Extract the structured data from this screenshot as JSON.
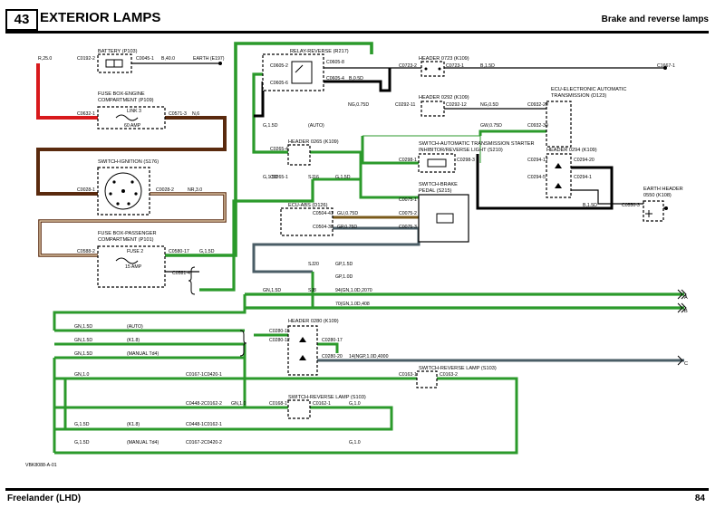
{
  "header": {
    "page_number": "43",
    "section_title": "EXTERIOR LAMPS",
    "subtitle": "Brake and reverse lamps"
  },
  "footer": {
    "model": "Freelander (LHD)",
    "page": "84",
    "ref_code": "VBK8088-A-01"
  },
  "components": {
    "battery": "BATTERY (P103)",
    "fuse_engine_1": "FUSE BOX-ENGINE",
    "fuse_engine_2": "COMPARTMENT (P109)",
    "link": "LINK 3",
    "link_amp": "60 AMP",
    "ignition": "SWITCH-IGNITION (S176)",
    "fuse_pass_1": "FUSE BOX-PASSENGER",
    "fuse_pass_2": "COMPARTMENT (P101)",
    "fuse2": "FUSE 2",
    "fuse2_amp": "15 AMP",
    "relay": "RELAY-REVERSE (R217)",
    "header_0723": "HEADER 0723 (K109)",
    "header_0292": "HEADER 0292 (K109)",
    "ecu_auto_1": "ECU-ELECTRONIC AUTOMATIC",
    "ecu_auto_2": "TRANSMISSION (D123)",
    "header_0265": "HEADER 0265 (K109)",
    "sw_starter_1": "SWITCH-AUTOMATIC TRANSMISSION STARTER",
    "sw_starter_2": "INHIBITOR/REVERSE LIGHT (S210)",
    "header_0294": "HEADER 0294 (K109)",
    "earth_header_1": "EARTH HEADER",
    "earth_header_2": "0550 (K108)",
    "brake_1": "SWITCH-BRAKE",
    "brake_2": "PEDAL (S215)",
    "ecu_abs": "ECU-ABS (D126)",
    "header_0280": "HEADER 0280 (K109)",
    "rev_lamp_s103": "SWITCH-REVERSE LAMP (S103)",
    "rev_lamp_s103b": "SWITCH-REVERSE LAMP (S103)"
  },
  "wire_labels": {
    "r25": "R,25.0",
    "c0192": "C0192-2",
    "c0045": "C0045-1",
    "b40": "B,40.0",
    "earth_e197": "EARTH (E197)",
    "c0632": "C0632-1",
    "c0571": "C0571-3",
    "n6": "N,6",
    "c0028_1": "C0028-1",
    "c0028_2": "C0028-2",
    "nr30": "NR,3.0",
    "c0588": "C0588-2",
    "c0580_17": "C0580-17",
    "g15": "G,1.5D",
    "c0581_4": "C0581-4",
    "c0605_2": "C0605-2",
    "c0605_8": "C0605-8",
    "c0605_6": "C0605-6",
    "c0605_4": "C0605-4",
    "b05": "B,0.5D",
    "c0723_2": "C0723-2",
    "c0723_1": "C0723-1",
    "b15": "B,1.5D",
    "c1667": "C1667-1",
    "ngo75": "NG,0.75D",
    "c0292_11": "C0292-11",
    "c0292_12": "C0292-12",
    "ngo05": "NG,0.5D",
    "c0932_20": "C0932-20",
    "auto": "(AUTO)",
    "g15b": "G,1.5D",
    "gw075": "GW,0.75D",
    "c0932_30": "C0932-30",
    "c0265_4": "C0265-4",
    "c0265_1": "C0265-1",
    "c0298": "C0298-1",
    "c0298_3": "C0298-3",
    "c0294_17": "C0294-17",
    "c0294_20": "C0294-20",
    "c0294_5": "C0294-5",
    "c0294_1": "C0294-1",
    "b15b": "B,1.5D",
    "g15c": "G,1.5D",
    "sj16": "SJ16",
    "g15d": "G,1.5D",
    "c0075_1": "C0075-1",
    "c0075_2": "C0075-2",
    "c0075_3": "C0075-3",
    "c0550": "C0550-3",
    "c0504_41": "C0504-41",
    "gu075": "GU,0.75D",
    "c0504_38": "C0504-38",
    "gp075": "GP,0.75D",
    "sj20": "SJ20",
    "gp15": "GP,1.5D",
    "gp10": "GP,1.0D",
    "gn15_a": "GN,1.5D",
    "sj8": "SJ8",
    "s48": "94(GN,1.0D,2070",
    "s49": "70(GN,1.0D,408",
    "gn15_1": "GN,1.5D",
    "auto2": "(AUTO)",
    "gn15_2": "GN,1.5D",
    "k18": "(K1.8)",
    "gn15_3": "GN,1.5D",
    "manual": "(MANUAL Td4)",
    "c0280_15": "C0280-15",
    "c0280_17": "C0280-17",
    "c0280_12": "C0280-12",
    "c0280_20": "C0280-20",
    "s50": "14(NGP,1.0D,4000",
    "gn10": "GN,1.0",
    "c0167_1": "C0167-1",
    "c0420_1": "C0420-1",
    "c0163_1": "C0163-1",
    "c0163_2": "C0163-2",
    "c0448_2": "C0448-2",
    "c0162_2": "C0162-2",
    "gn10b": "GN,1.0",
    "c0168_1": "C0168-1",
    "c0162_1": "C0162-1",
    "g10": "G,1.0",
    "g15e": "G,1.5D",
    "k18b": "(K1.8)",
    "c0448_1": "C0448-1",
    "c0162_1b": "C0162-1",
    "g15f": "G,1.5D",
    "manual2": "(MANUAL Td4)",
    "c0167_2": "C0167-2",
    "c0420_2": "C0420-2",
    "g10b": "G,1.0",
    "ref_a": "A",
    "ref_b": "B",
    "ref_c": "C"
  },
  "colors": {
    "red": "#d8191c",
    "brown": "#5a2a0e",
    "green": "#2b9a2b",
    "dark_green": "#1f5f1f",
    "black": "#000000",
    "slate": "#4a5d66"
  }
}
